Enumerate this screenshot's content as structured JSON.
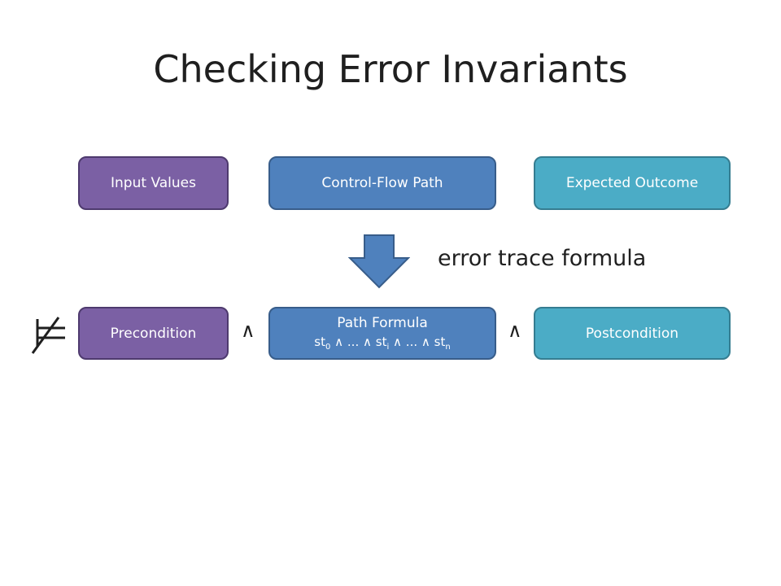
{
  "title": "Checking Error Invariants",
  "top_row": {
    "input_values": "Input Values",
    "control_flow_path": "Control-Flow Path",
    "expected_outcome": "Expected Outcome"
  },
  "caption": "error trace formula",
  "bottom_row": {
    "precondition": "Precondition",
    "path_formula_title": "Path Formula",
    "path_formula_expr": {
      "st": "st",
      "sub_0": "0",
      "sub_i": "i",
      "sub_n": "n",
      "ellipsis": "...",
      "and": "∧"
    },
    "postcondition": "Postcondition"
  },
  "symbols": {
    "and": "∧",
    "not_models": "⊭"
  },
  "colors": {
    "purple": "#7b60a4",
    "blue": "#4f81bd",
    "teal": "#4bacc6",
    "arrow": "#4f81bd"
  }
}
